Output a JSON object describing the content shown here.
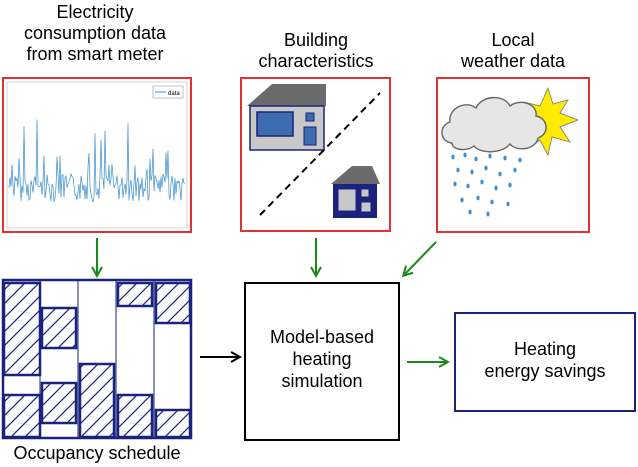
{
  "panels": {
    "electricity": {
      "title_line1": "Electricity",
      "title_line2": "consumption data",
      "title_line3": "from smart meter",
      "legend": "data"
    },
    "building": {
      "title_line1": "Building",
      "title_line2": "characteristics"
    },
    "weather": {
      "title_line1": "Local",
      "title_line2": "weather data"
    }
  },
  "occupancy": {
    "caption": "Occupancy schedule"
  },
  "model": {
    "line1": "Model-based",
    "line2": "heating",
    "line3": "simulation"
  },
  "savings": {
    "line1": "Heating",
    "line2": "energy savings"
  },
  "colors": {
    "panel_border": "#e03030",
    "navy": "#1a237e",
    "arrow_green": "#1b8a1b",
    "signal_blue": "#3a8fd0",
    "sun": "#ffea00",
    "rain": "#3a8fd0"
  }
}
